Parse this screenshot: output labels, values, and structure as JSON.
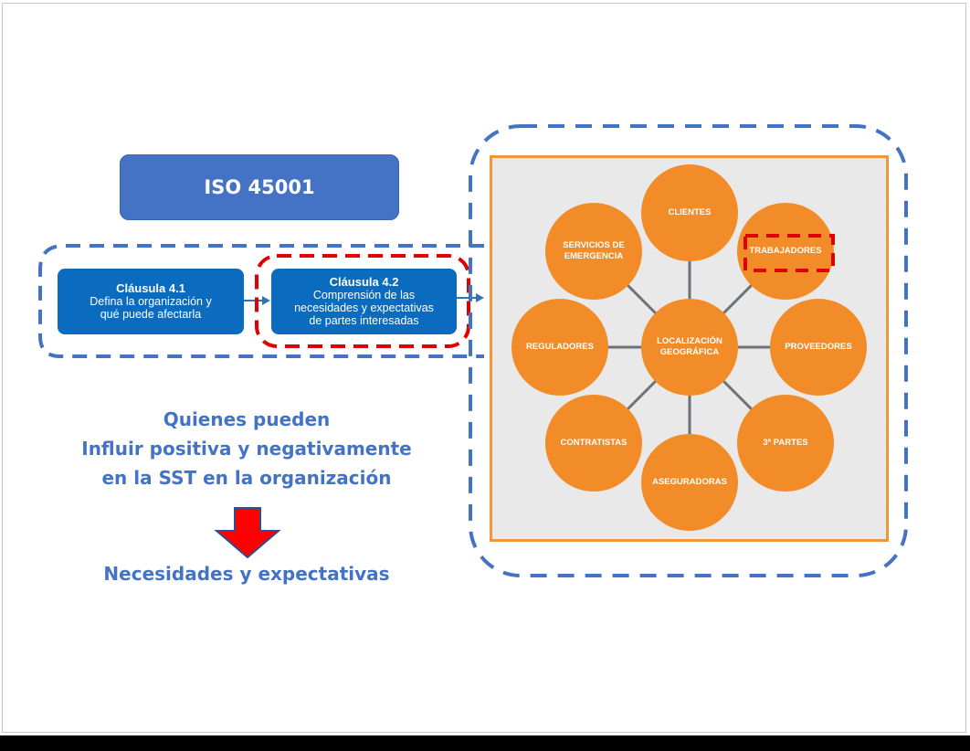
{
  "header": {
    "title": "ISO 45001"
  },
  "clauses": [
    {
      "title": "Cláusula 4.1",
      "lines": [
        "Defina la organización y",
        "qué puede afectarla"
      ]
    },
    {
      "title": "Cláusula 4.2",
      "lines": [
        "Comprensión de las",
        "necesidades y expectativas",
        "de partes interesadas"
      ]
    }
  ],
  "message": {
    "lines": [
      "Quienes pueden",
      "Influir positiva y negativamente",
      "en la SST en la organización"
    ],
    "result": "Necesidades y expectativas"
  },
  "stakeholder_map": {
    "center": [
      "LOCALIZACIÓN",
      "GEOGRÁFICA"
    ],
    "nodes": [
      {
        "label": "CLIENTES"
      },
      {
        "label": "TRABAJADORES",
        "highlighted": true
      },
      {
        "label": "PROVEEDORES"
      },
      {
        "label": "3ª PARTES"
      },
      {
        "label": "ASEGURADORAS"
      },
      {
        "label": "CONTRATISTAS"
      },
      {
        "label": "REGULADORES"
      },
      {
        "label": "SERVICIOS DE EMERGENCIA"
      }
    ]
  },
  "colors": {
    "primary_blue": "#4472c4",
    "clause_blue": "#0a6bbf",
    "node_orange": "#f28c28",
    "highlight_red": "#e00000",
    "arrow_red": "#ff0000"
  }
}
